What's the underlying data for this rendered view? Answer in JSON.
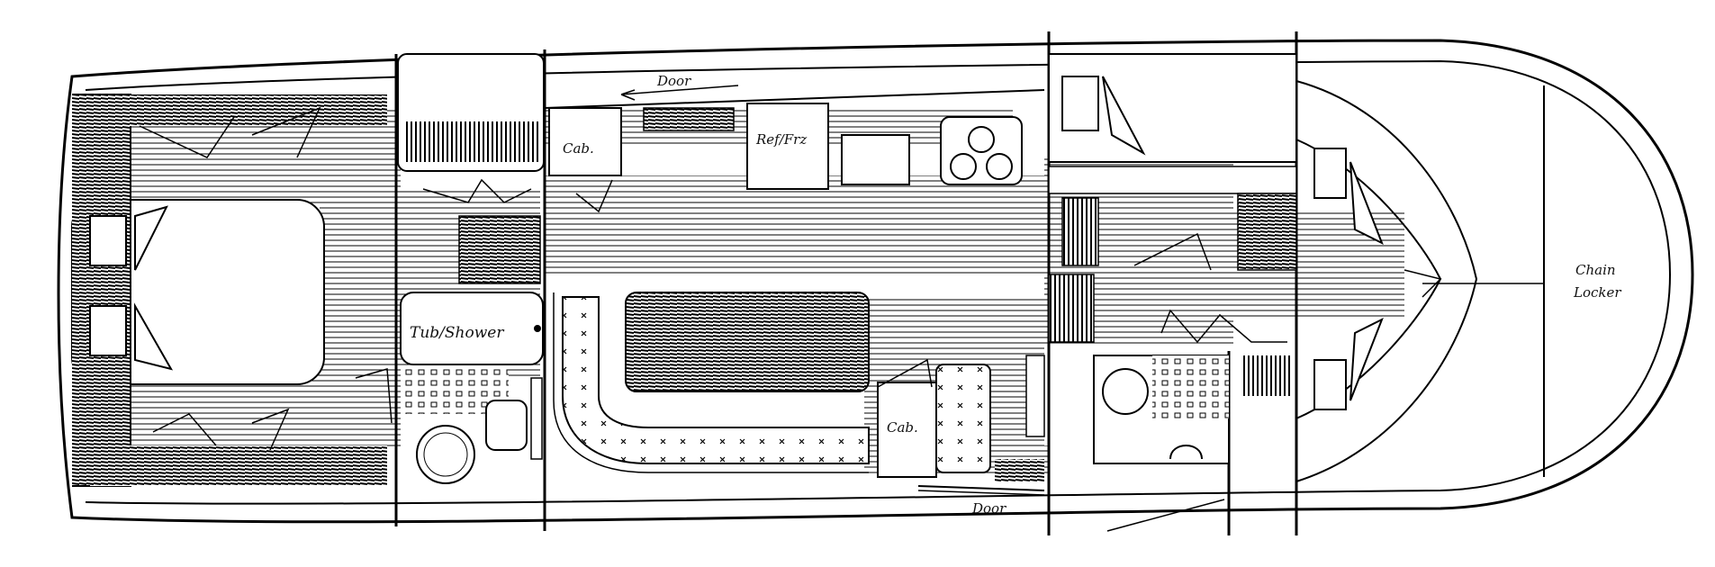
{
  "labels": {
    "door_top": "Door",
    "cab_galley": "Cab.",
    "ref_frz": "Ref/Frz",
    "tub_shower": "Tub/Shower",
    "cab_salon": "Cab.",
    "door_bottom": "Door",
    "chain": "Chain",
    "locker": "Locker"
  },
  "colors": {
    "ink": "#000000",
    "paper": "#ffffff"
  }
}
